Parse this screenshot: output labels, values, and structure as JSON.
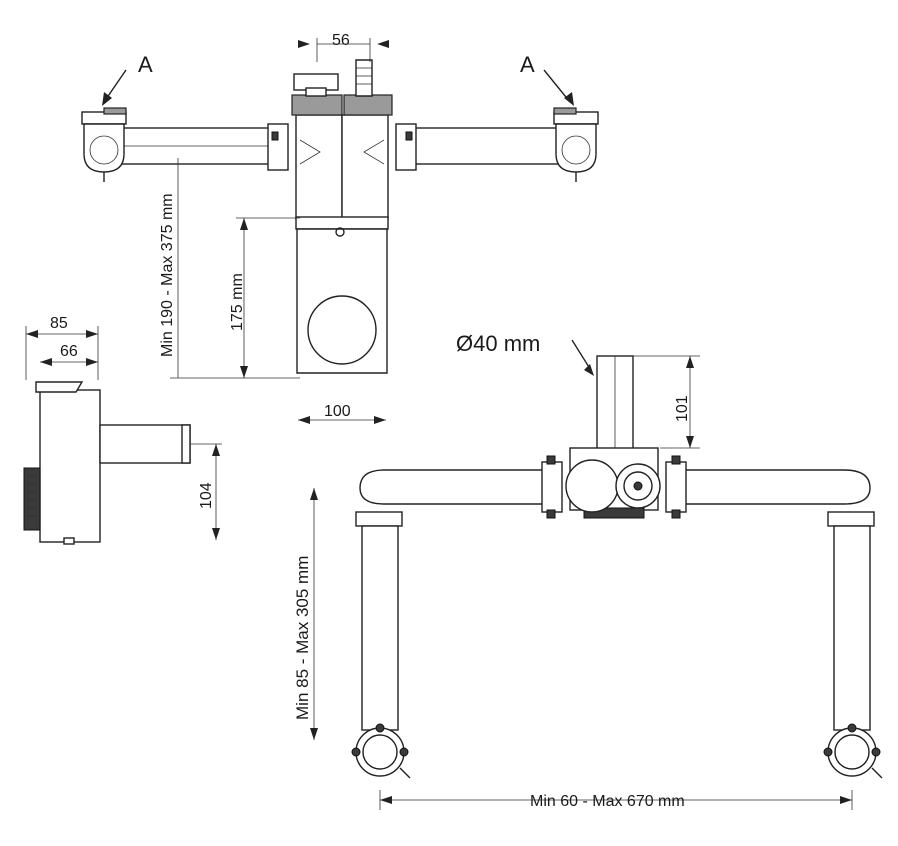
{
  "labels": {
    "view_marker_left": "A",
    "view_marker_right": "A",
    "dim_top_spacing": "56",
    "dim_height_range": "Min 190 - Max 375 mm",
    "dim_body_height": "175 mm",
    "dim_body_width": "100",
    "dim_side_depth_outer": "85",
    "dim_side_depth_inner": "66",
    "dim_side_height": "104",
    "dim_pipe_diameter": "Ø40 mm",
    "dim_outlet_height": "101",
    "dim_drop_range": "Min 85 - Max 305 mm",
    "dim_span_range": "Min 60 - Max 670 mm"
  }
}
